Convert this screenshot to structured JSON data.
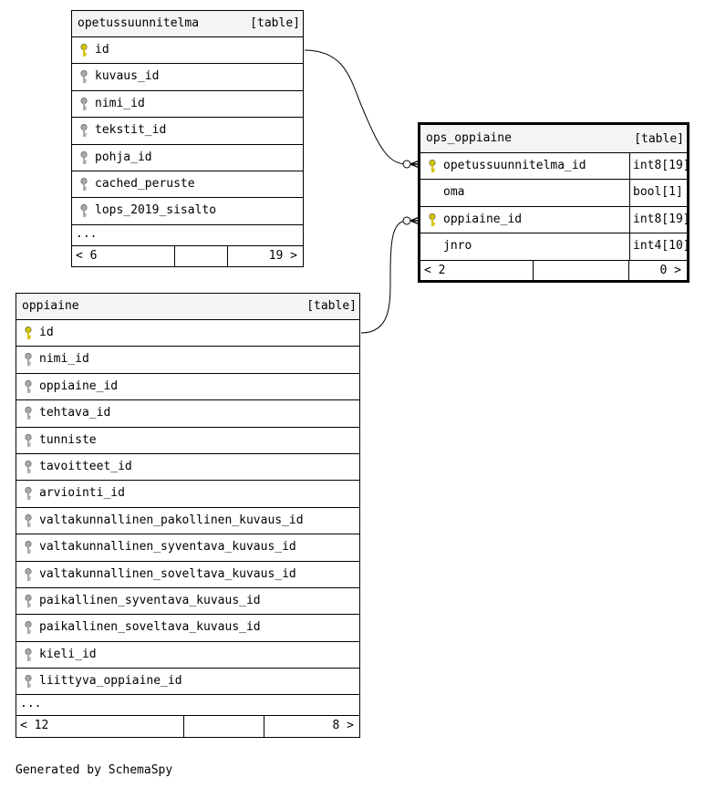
{
  "tables": {
    "opetussuunnitelma": {
      "name": "opetussuunnitelma",
      "type": "[table]",
      "columns": [
        {
          "name": "id",
          "key": "primary-key-icon"
        },
        {
          "name": "kuvaus_id",
          "key": "foreign-key-icon"
        },
        {
          "name": "nimi_id",
          "key": "foreign-key-icon"
        },
        {
          "name": "tekstit_id",
          "key": "foreign-key-icon"
        },
        {
          "name": "pohja_id",
          "key": "foreign-key-icon"
        },
        {
          "name": "cached_peruste",
          "key": "foreign-key-icon"
        },
        {
          "name": "lops_2019_sisalto",
          "key": "foreign-key-icon"
        }
      ],
      "more": "...",
      "footer": {
        "left": "< 6",
        "right": "19 >"
      }
    },
    "ops_oppiaine": {
      "name": "ops_oppiaine",
      "type": "[table]",
      "columns": [
        {
          "name": "opetussuunnitelma_id",
          "type": "int8[19]",
          "key": "primary-key-icon"
        },
        {
          "name": "oma",
          "type": "bool[1]",
          "key": ""
        },
        {
          "name": "oppiaine_id",
          "type": "int8[19]",
          "key": "primary-key-icon"
        },
        {
          "name": "jnro",
          "type": "int4[10]",
          "key": ""
        }
      ],
      "footer": {
        "left": "< 2",
        "right": "0 >"
      }
    },
    "oppiaine": {
      "name": "oppiaine",
      "type": "[table]",
      "columns": [
        {
          "name": "id",
          "key": "primary-key-icon"
        },
        {
          "name": "nimi_id",
          "key": "foreign-key-icon"
        },
        {
          "name": "oppiaine_id",
          "key": "foreign-key-icon"
        },
        {
          "name": "tehtava_id",
          "key": "foreign-key-icon"
        },
        {
          "name": "tunniste",
          "key": "foreign-key-icon"
        },
        {
          "name": "tavoitteet_id",
          "key": "foreign-key-icon"
        },
        {
          "name": "arviointi_id",
          "key": "foreign-key-icon"
        },
        {
          "name": "valtakunnallinen_pakollinen_kuvaus_id",
          "key": "foreign-key-icon"
        },
        {
          "name": "valtakunnallinen_syventava_kuvaus_id",
          "key": "foreign-key-icon"
        },
        {
          "name": "valtakunnallinen_soveltava_kuvaus_id",
          "key": "foreign-key-icon"
        },
        {
          "name": "paikallinen_syventava_kuvaus_id",
          "key": "foreign-key-icon"
        },
        {
          "name": "paikallinen_soveltava_kuvaus_id",
          "key": "foreign-key-icon"
        },
        {
          "name": "kieli_id",
          "key": "foreign-key-icon"
        },
        {
          "name": "liittyva_oppiaine_id",
          "key": "foreign-key-icon"
        }
      ],
      "more": "...",
      "footer": {
        "left": "< 12",
        "right": "8 >"
      }
    }
  },
  "relationships": [
    {
      "from": "opetussuunnitelma.id",
      "to": "ops_oppiaine.opetussuunnitelma_id"
    },
    {
      "from": "oppiaine.id",
      "to": "ops_oppiaine.oppiaine_id"
    }
  ],
  "colors": {
    "primary_key": "#d4c400",
    "foreign_key": "#a8a8a8",
    "header_bg": "#f4f4f4"
  },
  "credit": "Generated by SchemaSpy"
}
